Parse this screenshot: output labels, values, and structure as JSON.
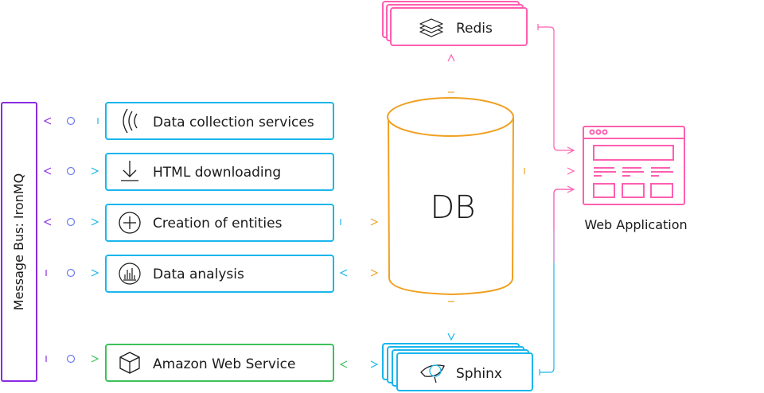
{
  "colors": {
    "bus": "#8a2be2",
    "service": "#1ab6ec",
    "aws": "#3dc15a",
    "db": "#f0a020",
    "redis": "#ff5fb0",
    "sphinx": "#1ab6ec",
    "webapp": "#ff5fb0",
    "connector_node": "#6a7cf0"
  },
  "message_bus": {
    "label": "Message Bus: IronMQ"
  },
  "services": [
    {
      "label": "Data collection services",
      "icon": "signal-waves-icon"
    },
    {
      "label": "HTML downloading",
      "icon": "download-icon"
    },
    {
      "label": "Creation of entities",
      "icon": "plus-circle-icon"
    },
    {
      "label": "Data analysis",
      "icon": "bar-chart-circle-icon"
    }
  ],
  "aws": {
    "label": "Amazon Web Service",
    "icon": "cube-icon"
  },
  "db": {
    "label": "DB"
  },
  "redis": {
    "label": "Redis",
    "icon": "layers-icon"
  },
  "sphinx": {
    "label": "Sphinx",
    "icon": "eye-icon"
  },
  "webapp": {
    "label": "Web Application",
    "icon": "browser-window-icon"
  }
}
